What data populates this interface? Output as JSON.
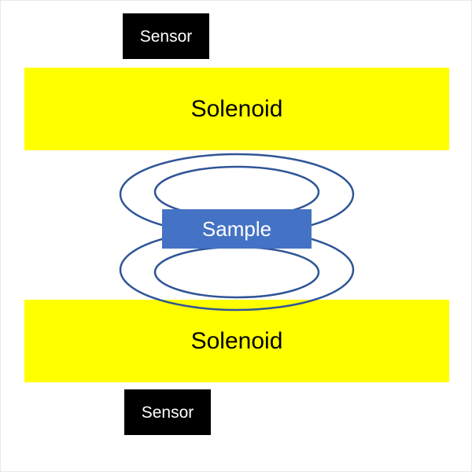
{
  "diagram": {
    "type": "experimental-setup-schematic",
    "labels": {
      "sensor_top": "Sensor",
      "solenoid_top": "Solenoid",
      "sample": "Sample",
      "solenoid_bottom": "Solenoid",
      "sensor_bottom": "Sensor"
    },
    "colors": {
      "background": "#ffffff",
      "solenoid_fill": "#ffff00",
      "sensor_fill": "#000000",
      "sensor_text": "#ffffff",
      "sample_fill": "#4472c4",
      "sample_text": "#ffffff",
      "coil_stroke": "#2f5597"
    },
    "shapes": {
      "coil_loops": "two pairs of concentric blue ellipses above and below the sample"
    }
  }
}
